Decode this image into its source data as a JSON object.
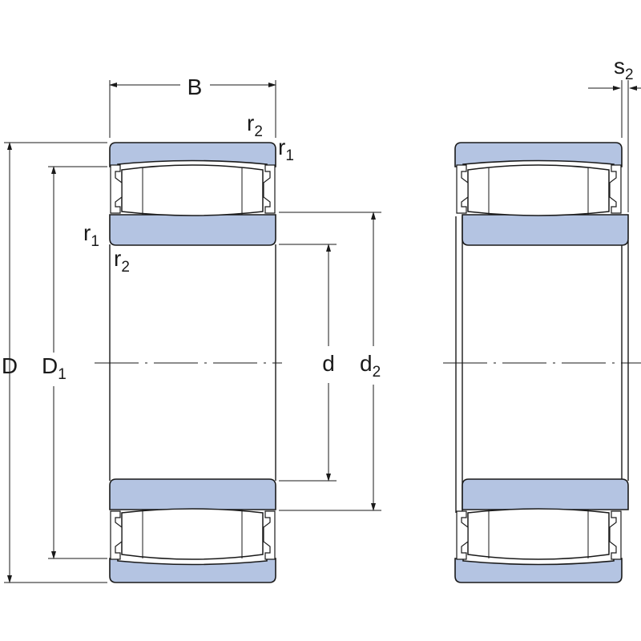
{
  "labels": {
    "width": "B",
    "outer_diameter": "D",
    "outer_diameter_sub": "",
    "raceway_diameter": "D",
    "raceway_diameter_sub": "1",
    "bore_diameter": "d",
    "bore_diameter_sub": "",
    "inner_ring_diameter": "d",
    "inner_ring_diameter_sub": "2",
    "chamfer_r2_top": "r",
    "chamfer_r2_top_sub": "2",
    "chamfer_r1_top": "r",
    "chamfer_r1_top_sub": "1",
    "chamfer_r1_bottom": "r",
    "chamfer_r1_bottom_sub": "1",
    "chamfer_r2_bottom": "r",
    "chamfer_r2_bottom_sub": "2",
    "axial_displacement": "s",
    "axial_displacement_sub": "2"
  },
  "colors": {
    "ring_fill": "#b4c4e2",
    "line": "#1a1a1a",
    "background": "#ffffff"
  }
}
